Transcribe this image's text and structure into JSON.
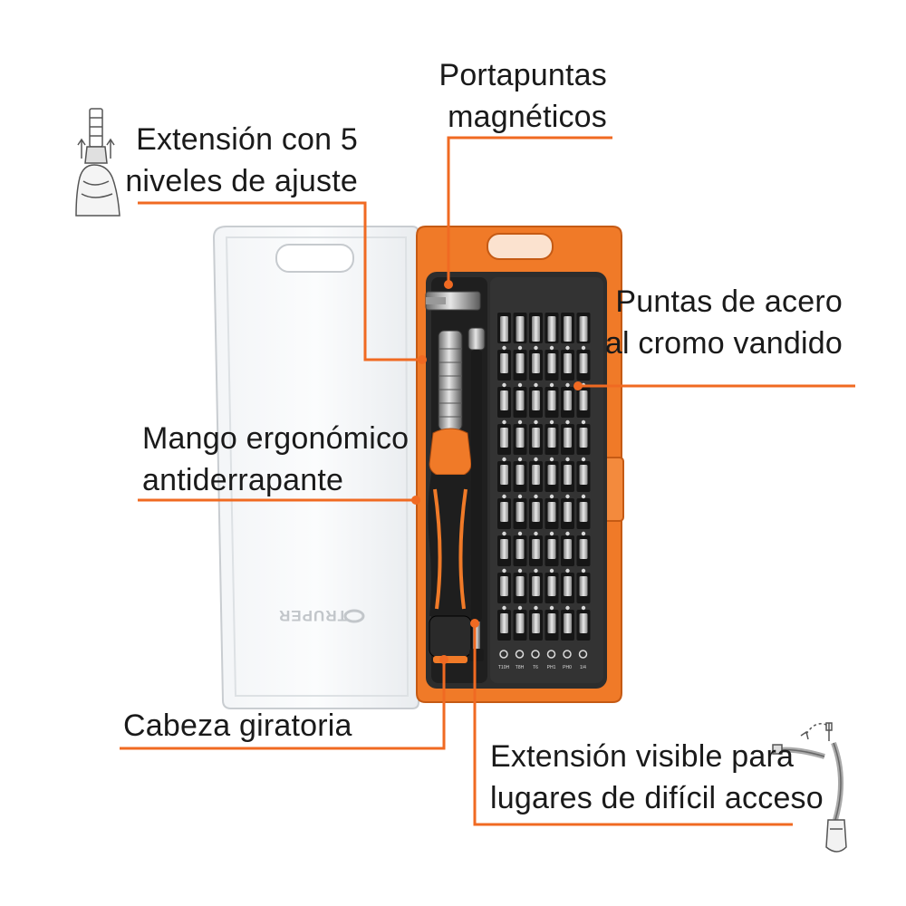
{
  "colors": {
    "accent": "#f06a22",
    "case_orange": "#f07a28",
    "tray": "#2b2b2b",
    "text": "#1a1a1a"
  },
  "labels": {
    "portapuntas": {
      "line1": "Portapuntas",
      "line2": "magnéticos"
    },
    "extension_niveles": {
      "line1": "Extensión con 5",
      "line2": "niveles de ajuste"
    },
    "puntas_acero": {
      "line1": "Puntas de acero",
      "line2": "al cromo vandido"
    },
    "mango": {
      "line1": "Mango ergonómico",
      "line2": "antiderrapante"
    },
    "cabeza": {
      "line1": "Cabeza giratoria"
    },
    "extension_visible": {
      "line1": "Extensión visible para",
      "line2": "lugares de difícil acceso"
    }
  },
  "lid_logo": "TRUPER",
  "bit_sizes": [
    "T10H",
    "T8H",
    "T6",
    "PH1",
    "PH0",
    "1/4"
  ],
  "icons": [
    "screwdriver-extend-icon",
    "flexible-extension-icon"
  ]
}
